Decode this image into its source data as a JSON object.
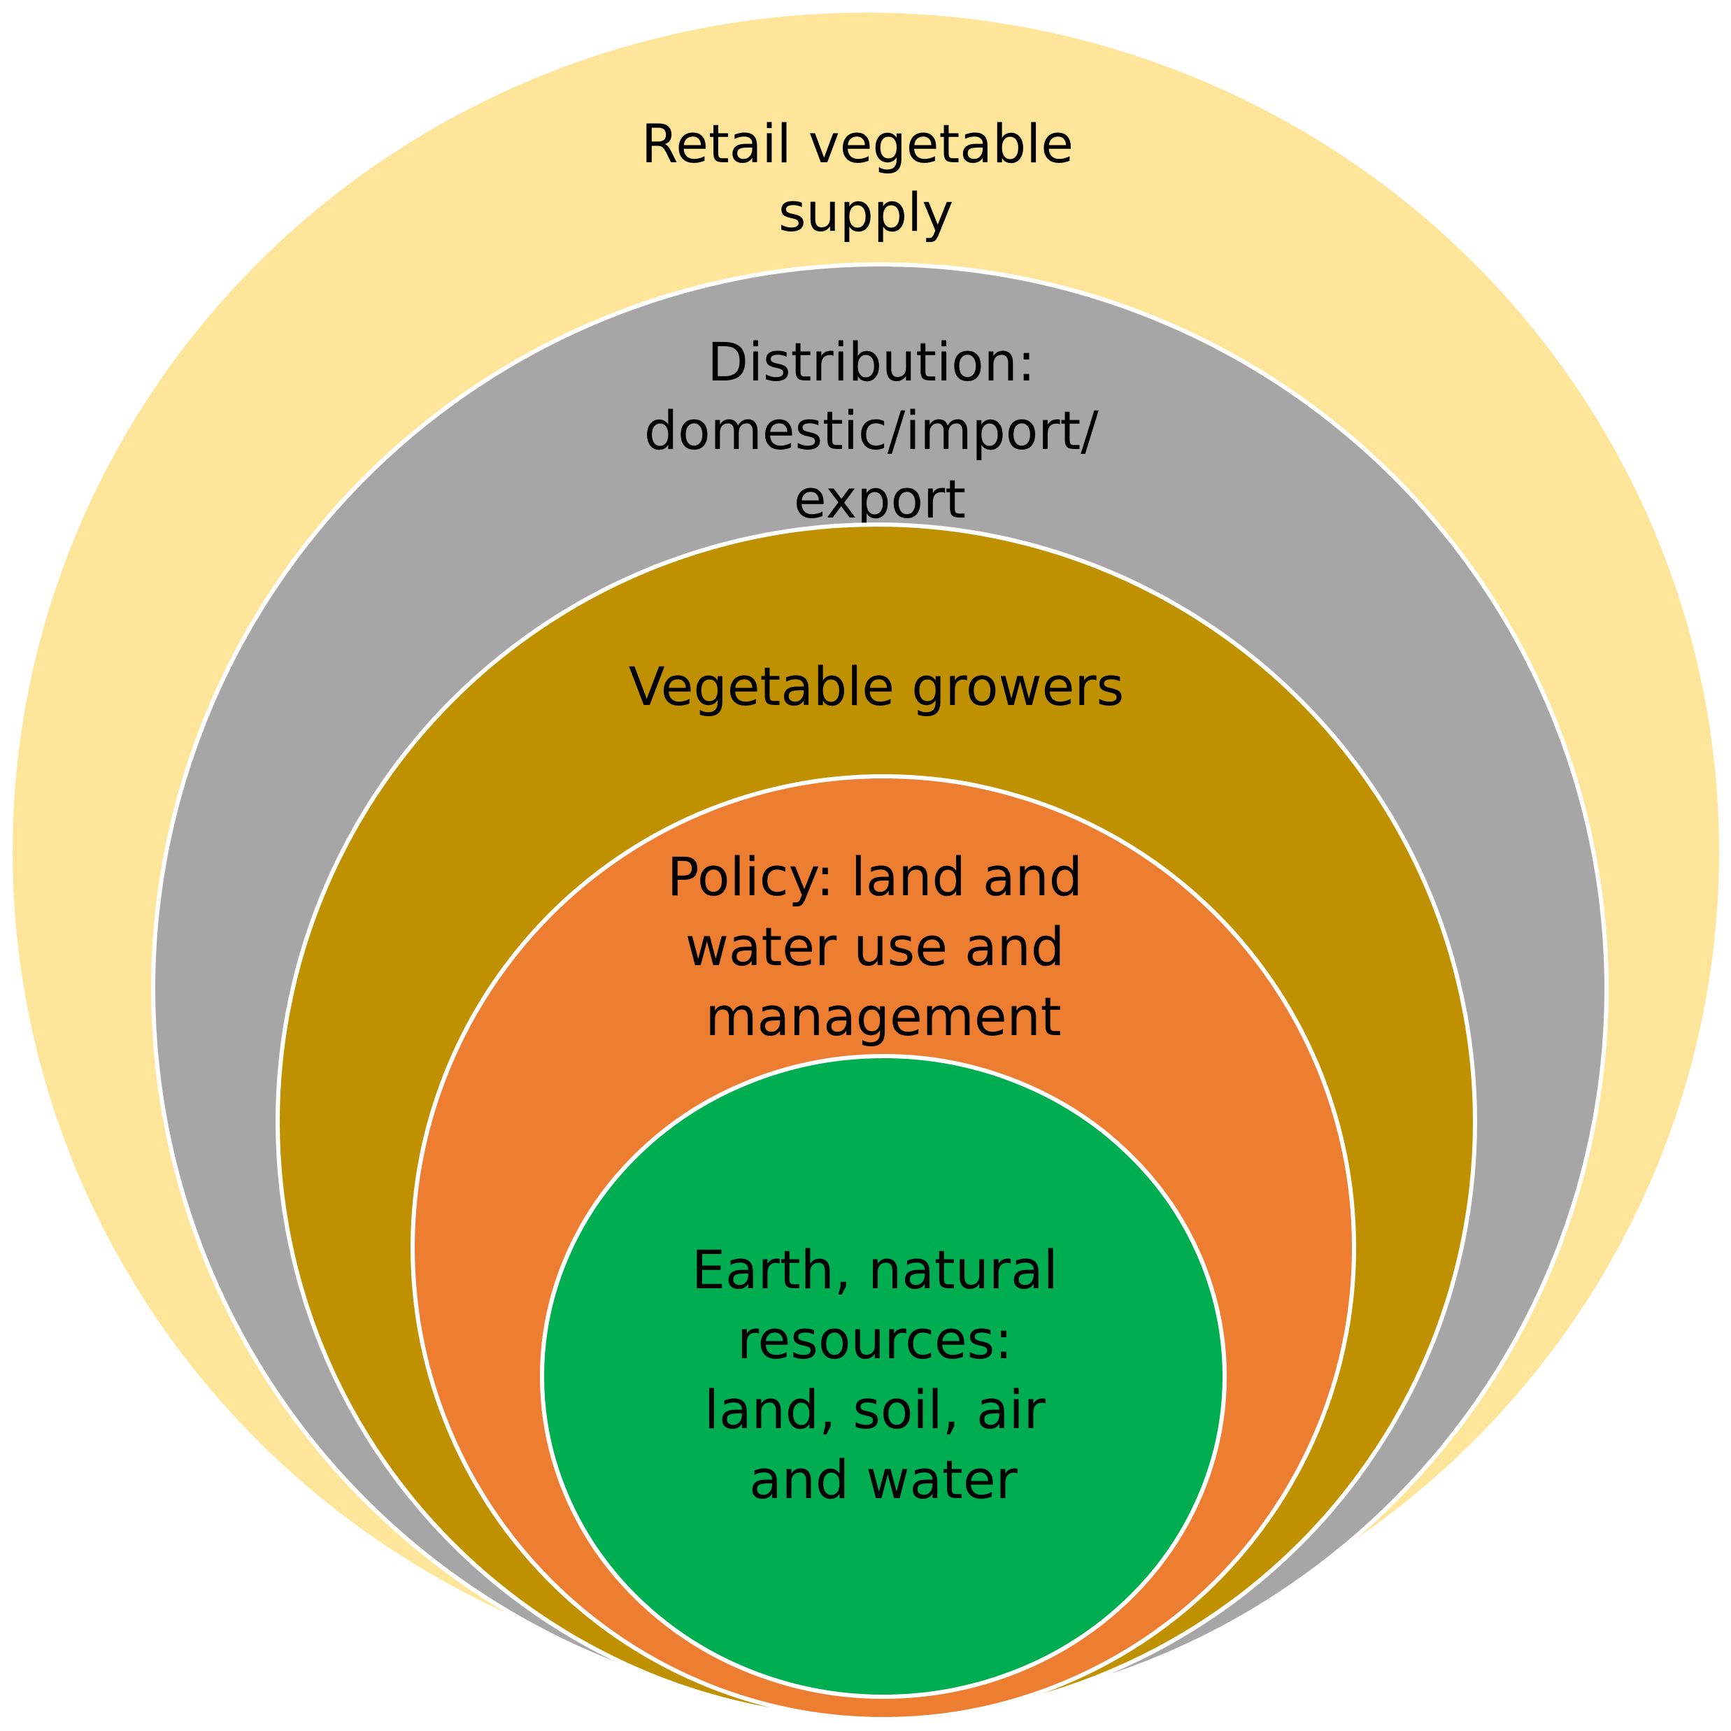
{
  "diagram": {
    "rings": [
      {
        "id": "retail",
        "color": "#FEE599",
        "lines": [
          "Retail vegetable",
          "supply"
        ]
      },
      {
        "id": "distribution",
        "color": "#A6A6A6",
        "lines": [
          "Distribution:",
          "domestic/import/",
          "export"
        ]
      },
      {
        "id": "growers",
        "color": "#BF9000",
        "lines": [
          "Vegetable growers"
        ]
      },
      {
        "id": "policy",
        "color": "#ED7D31",
        "lines": [
          "Policy: land and",
          "water use and",
          "management"
        ]
      },
      {
        "id": "earth",
        "color": "#00AD50",
        "lines": [
          "Earth, natural",
          "resources:",
          "land, soil, air",
          "and water"
        ]
      }
    ],
    "outline_color": "#FFFFFF"
  }
}
